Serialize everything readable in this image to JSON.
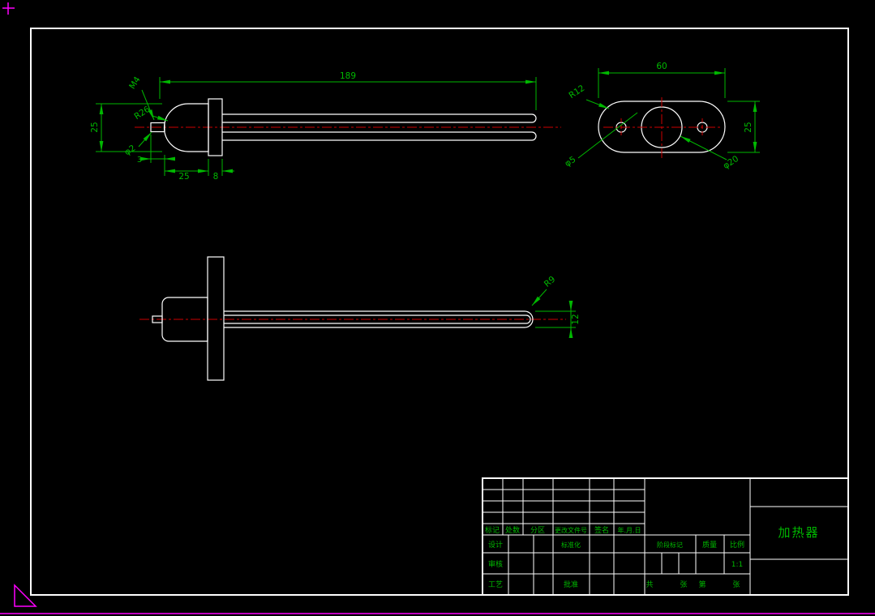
{
  "dims": {
    "len189": "189",
    "h25": "25",
    "r26": "R26",
    "m4": "M4",
    "d2": "φ2",
    "l3": "3",
    "cap25": "25",
    "fl8": "8",
    "w60": "60",
    "eh25": "25",
    "r12": "R12",
    "hd5": "φ5",
    "cd20": "φ20",
    "r9": "R9",
    "t12": "12"
  },
  "tb": {
    "headers": [
      "标记",
      "处数",
      "分区",
      "更改文件号",
      "签名",
      "年.月.日"
    ],
    "design": "设计",
    "std": "标准化",
    "check": "审核",
    "process": "工艺",
    "approve": "批准",
    "stage": "阶段标记",
    "mass": "质量",
    "scale": "比例",
    "scale_value": "1:1",
    "total": "共",
    "sheet1": "张",
    "no": "第",
    "sheet2": "张",
    "part": "加热器"
  },
  "colors": {
    "outline": "#ffffff",
    "dimension": "#00b800",
    "centerline": "#cc0000",
    "viewport": "#ff00ff",
    "background": "#000000"
  }
}
